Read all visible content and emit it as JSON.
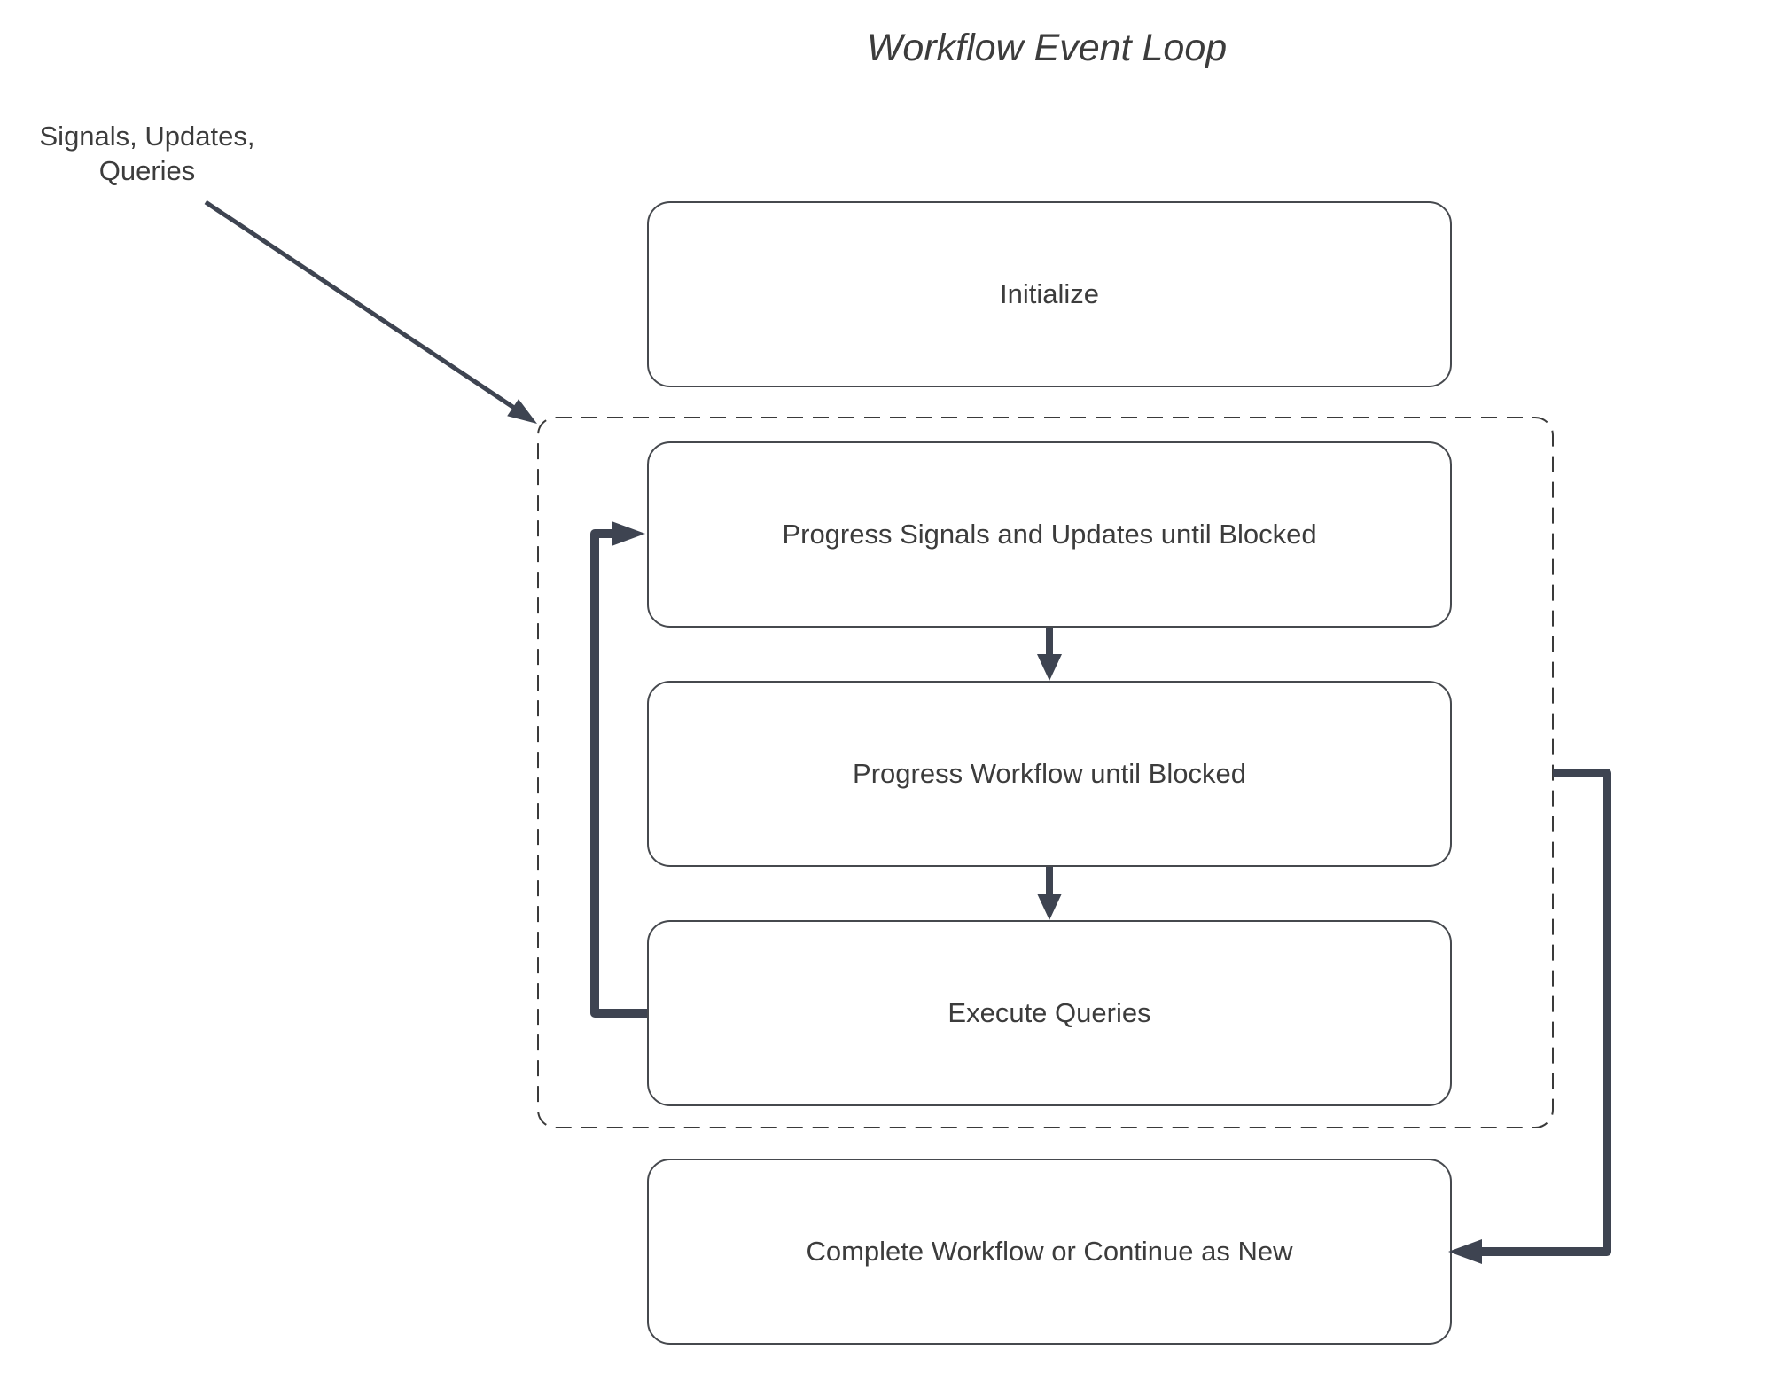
{
  "diagram": {
    "title": "Workflow Event Loop",
    "input_label": [
      "Signals, Updates,",
      "Queries"
    ],
    "boxes": [
      {
        "id": "initialize",
        "label": "Initialize"
      },
      {
        "id": "progress-signals",
        "label": "Progress Signals and Updates until Blocked"
      },
      {
        "id": "progress-workflow",
        "label": "Progress Workflow until Blocked"
      },
      {
        "id": "execute-queries",
        "label": "Execute Queries"
      },
      {
        "id": "complete-workflow",
        "label": "Complete Workflow or Continue as New"
      }
    ],
    "colors": {
      "background": "#ffffff",
      "arrow": "#3e4451",
      "box_border": "#46494e",
      "dashed_border": "#3a3a3a",
      "text": "#3c3c3c"
    }
  }
}
